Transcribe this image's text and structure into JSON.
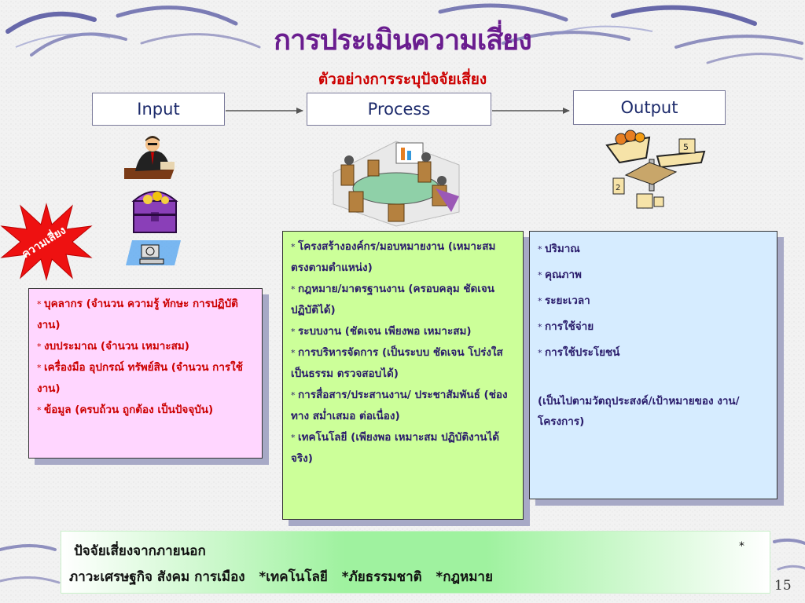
{
  "title": "การประเมินความเสี่ยง",
  "subtitle": "ตัวอย่างการระบุปัจจัยเสี่ยง",
  "flow": {
    "input": "Input",
    "process": "Process",
    "output": "Output"
  },
  "burst_label": "ความเสี่ยง",
  "input_items": [
    "บุคลากร (จำนวน ความรู้ ทักษะ การปฏิบัติงาน)",
    "งบประมาณ (จำนวน เหมาะสม)",
    "เครื่องมือ อุปกรณ์ ทรัพย์สิน (จำนวน การใช้งาน)",
    "ข้อมูล (ครบถ้วน ถูกต้อง เป็นปัจจุบัน)"
  ],
  "process_items": [
    "โครงสร้างองค์กร/มอบหมายงาน (เหมาะสม ตรงตามตำแหน่ง)",
    "กฎหมาย/มาตรฐานงาน (ครอบคลุม ชัดเจน ปฏิบัติได้)",
    "ระบบงาน (ชัดเจน เพียงพอ เหมาะสม)",
    "การบริหารจัดการ (เป็นระบบ ชัดเจน โปร่งใส เป็นธรรม ตรวจสอบได้)",
    "การสื่อสาร/ประสานงาน/ ประชาสัมพันธ์ (ช่องทาง สม่ำเสมอ ต่อเนื่อง)",
    "เทคโนโลยี (เพียงพอ เหมาะสม ปฏิบัติงานได้จริง)"
  ],
  "output_items": [
    "ปริมาณ",
    "คุณภาพ",
    "ระยะเวลา",
    "การใช้จ่าย",
    "การใช้ประโยชน์"
  ],
  "output_note": "(เป็นไปตามวัตถุประสงค์/เป้าหมายของ งาน/โครงการ)",
  "external": {
    "heading": "ปัจจัยเสี่ยงจากภายนอก",
    "star": "*",
    "line2": "ภาวะเศรษฐกิจ สังคม การเมือง   *เทคโนโลยี   *ภัยธรรมชาติ   *กฎหมาย"
  },
  "page_number": "15",
  "colors": {
    "title": "#6a1d8f",
    "subtitle": "#cc0000",
    "input_bg": "#ffd6ff",
    "process_bg": "#ccff99",
    "output_bg": "#d6ecff",
    "burst": "#ee1111"
  }
}
